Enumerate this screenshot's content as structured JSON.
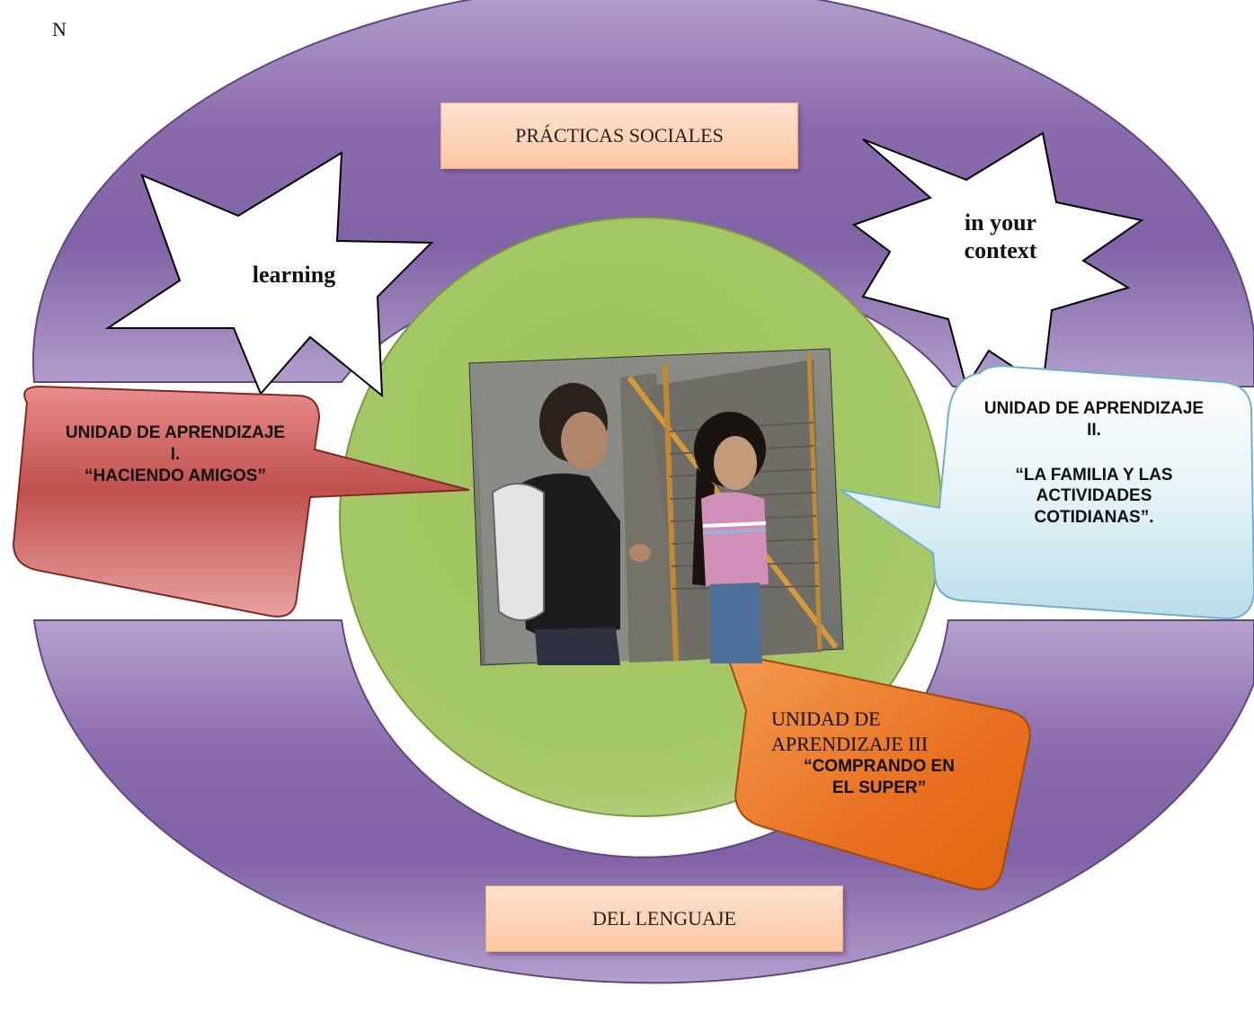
{
  "corner_letter": "N",
  "ring": {
    "top_label": "PRÁCTICAS SOCIALES",
    "bottom_label": "DEL LENGUAJE"
  },
  "stars": {
    "left": "learning",
    "right_line1": "in  your",
    "right_line2": "context"
  },
  "units": {
    "unit1": {
      "line1": "UNIDAD DE APRENDIZAJE",
      "line2": "I.",
      "line3": "“HACIENDO AMIGOS”"
    },
    "unit2": {
      "line1": "UNIDAD DE APRENDIZAJE",
      "line2": "II.",
      "line3": "“LA FAMILIA Y LAS",
      "line4": "ACTIVIDADES",
      "line5": "COTIDIANAS”."
    },
    "unit3": {
      "line1": "UNIDAD DE",
      "line2": "APRENDIZAJE III",
      "line3": "“COMPRANDO EN",
      "line4": "EL SUPER”"
    }
  },
  "colors": {
    "ring": "#8366a8",
    "ring_light": "#b9a4cf",
    "center_circle": "#a9c96a",
    "red_callout": "#c0504d",
    "blue_callout": "#cfe9f1",
    "orange_callout": "#e8701f",
    "label_box": "#fbc7a3"
  },
  "icons": {
    "photo": "students-conversation-photo"
  }
}
